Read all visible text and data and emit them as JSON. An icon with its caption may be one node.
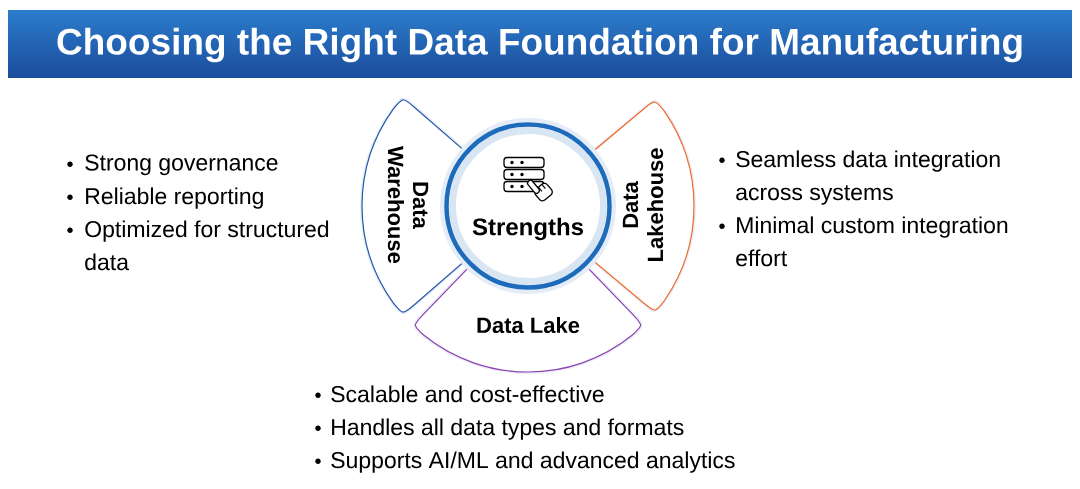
{
  "diagram": {
    "title": "Choosing the Right Data Foundation for Manufacturing",
    "nodes": [
      {
        "text": [
          "Strengths"
        ]
      },
      {
        "text": [
          "Data Warehouse"
        ],
        "beside": [
          "Strong governance",
          "Reliable reporting",
          "Optimized for structured data"
        ]
      },
      {
        "text": [
          "Data Lakehouse"
        ],
        "beside": [
          "Seamless data integration across systems",
          "Minimal custom integration effort"
        ]
      },
      {
        "text": [
          "Data Lake"
        ],
        "beside": [
          "Scalable and cost-effective",
          "Handles all data types and formats",
          "Supports AI/ML and advanced analytics"
        ]
      }
    ]
  }
}
